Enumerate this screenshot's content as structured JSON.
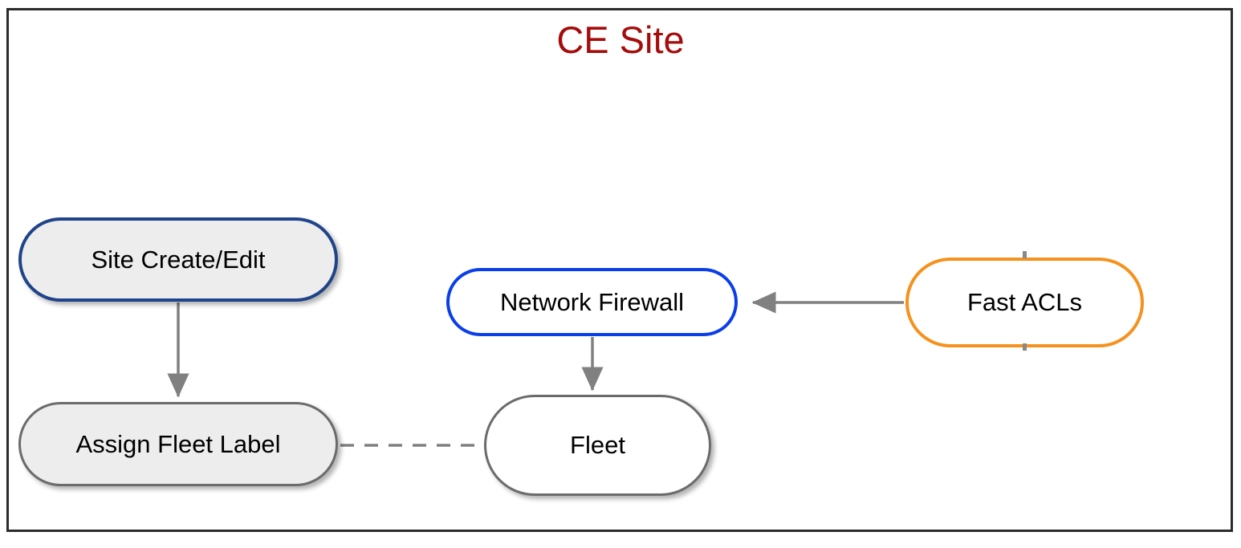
{
  "diagram": {
    "title": "CE Site",
    "title_color": "#a50c0c",
    "frame_color": "#2b2b2b",
    "background": "#ffffff",
    "nodes": [
      {
        "id": "site-create-edit",
        "label": "Site Create/Edit",
        "shape": "stadium",
        "border_color": "#1f4489",
        "fill_color": "#ededed",
        "has_shadow": true
      },
      {
        "id": "assign-fleet-label",
        "label": "Assign Fleet Label",
        "shape": "stadium",
        "border_color": "#6b6b6b",
        "fill_color": "#ededed",
        "has_shadow": true
      },
      {
        "id": "network-firewall",
        "label": "Network Firewall",
        "shape": "stadium",
        "border_color": "#0a3ee8",
        "fill_color": "#ffffff",
        "has_shadow": false
      },
      {
        "id": "fleet",
        "label": "Fleet",
        "shape": "stadium",
        "border_color": "#6b6b6b",
        "fill_color": "#ffffff",
        "has_shadow": true
      },
      {
        "id": "fast-acls",
        "label": "Fast ACLs",
        "shape": "stadium",
        "border_color": "#f5921e",
        "fill_color": "#ffffff",
        "has_shadow": false,
        "selected": true
      }
    ],
    "edges": [
      {
        "id": "site-create-edit-to-assign-fleet-label",
        "from": "site-create-edit",
        "to": "assign-fleet-label",
        "style": "solid",
        "arrow": "end",
        "color": "#808080",
        "label": ""
      },
      {
        "id": "assign-fleet-label-to-fleet",
        "from": "assign-fleet-label",
        "to": "fleet",
        "style": "dashed",
        "arrow": "none",
        "color": "#808080",
        "label": ""
      },
      {
        "id": "network-firewall-to-fleet",
        "from": "network-firewall",
        "to": "fleet",
        "style": "solid",
        "arrow": "end",
        "color": "#808080",
        "label": ""
      },
      {
        "id": "fast-acls-to-network-firewall",
        "from": "fast-acls",
        "to": "network-firewall",
        "style": "solid",
        "arrow": "end",
        "color": "#808080",
        "label": ""
      }
    ]
  }
}
